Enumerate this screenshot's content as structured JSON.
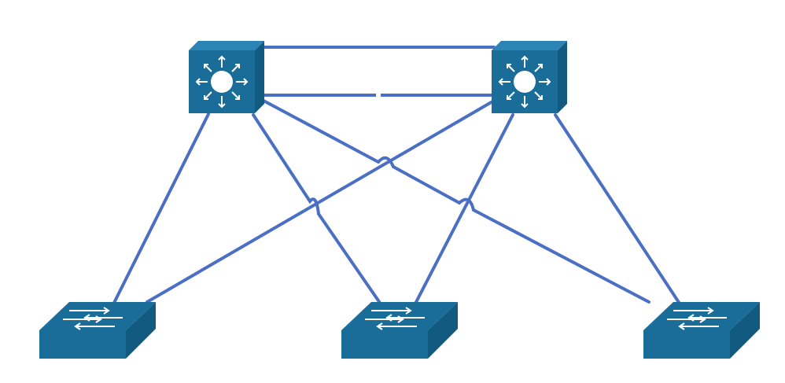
{
  "diagram": {
    "type": "network-topology",
    "background": "#ffffff",
    "colors": {
      "device_body": "#1a6d99",
      "device_face_dark": "#125a80",
      "device_face_light": "#2b84b3",
      "device_lines": "#ffffff",
      "link": "#4a6fc4"
    },
    "devices": [
      {
        "id": "core-1",
        "kind": "layer3-switch",
        "icon": "multilayer-switch-icon"
      },
      {
        "id": "core-2",
        "kind": "layer3-switch",
        "icon": "multilayer-switch-icon"
      },
      {
        "id": "access-1",
        "kind": "layer2-switch",
        "icon": "workgroup-switch-icon"
      },
      {
        "id": "access-2",
        "kind": "layer2-switch",
        "icon": "workgroup-switch-icon"
      },
      {
        "id": "access-3",
        "kind": "layer2-switch",
        "icon": "workgroup-switch-icon"
      }
    ],
    "links": [
      {
        "from": "core-1",
        "to": "core-2"
      },
      {
        "from": "core-1",
        "to": "core-2"
      },
      {
        "from": "core-1",
        "to": "access-1"
      },
      {
        "from": "core-1",
        "to": "access-2"
      },
      {
        "from": "core-1",
        "to": "access-3"
      },
      {
        "from": "core-2",
        "to": "access-1"
      },
      {
        "from": "core-2",
        "to": "access-2"
      },
      {
        "from": "core-2",
        "to": "access-3"
      }
    ]
  }
}
